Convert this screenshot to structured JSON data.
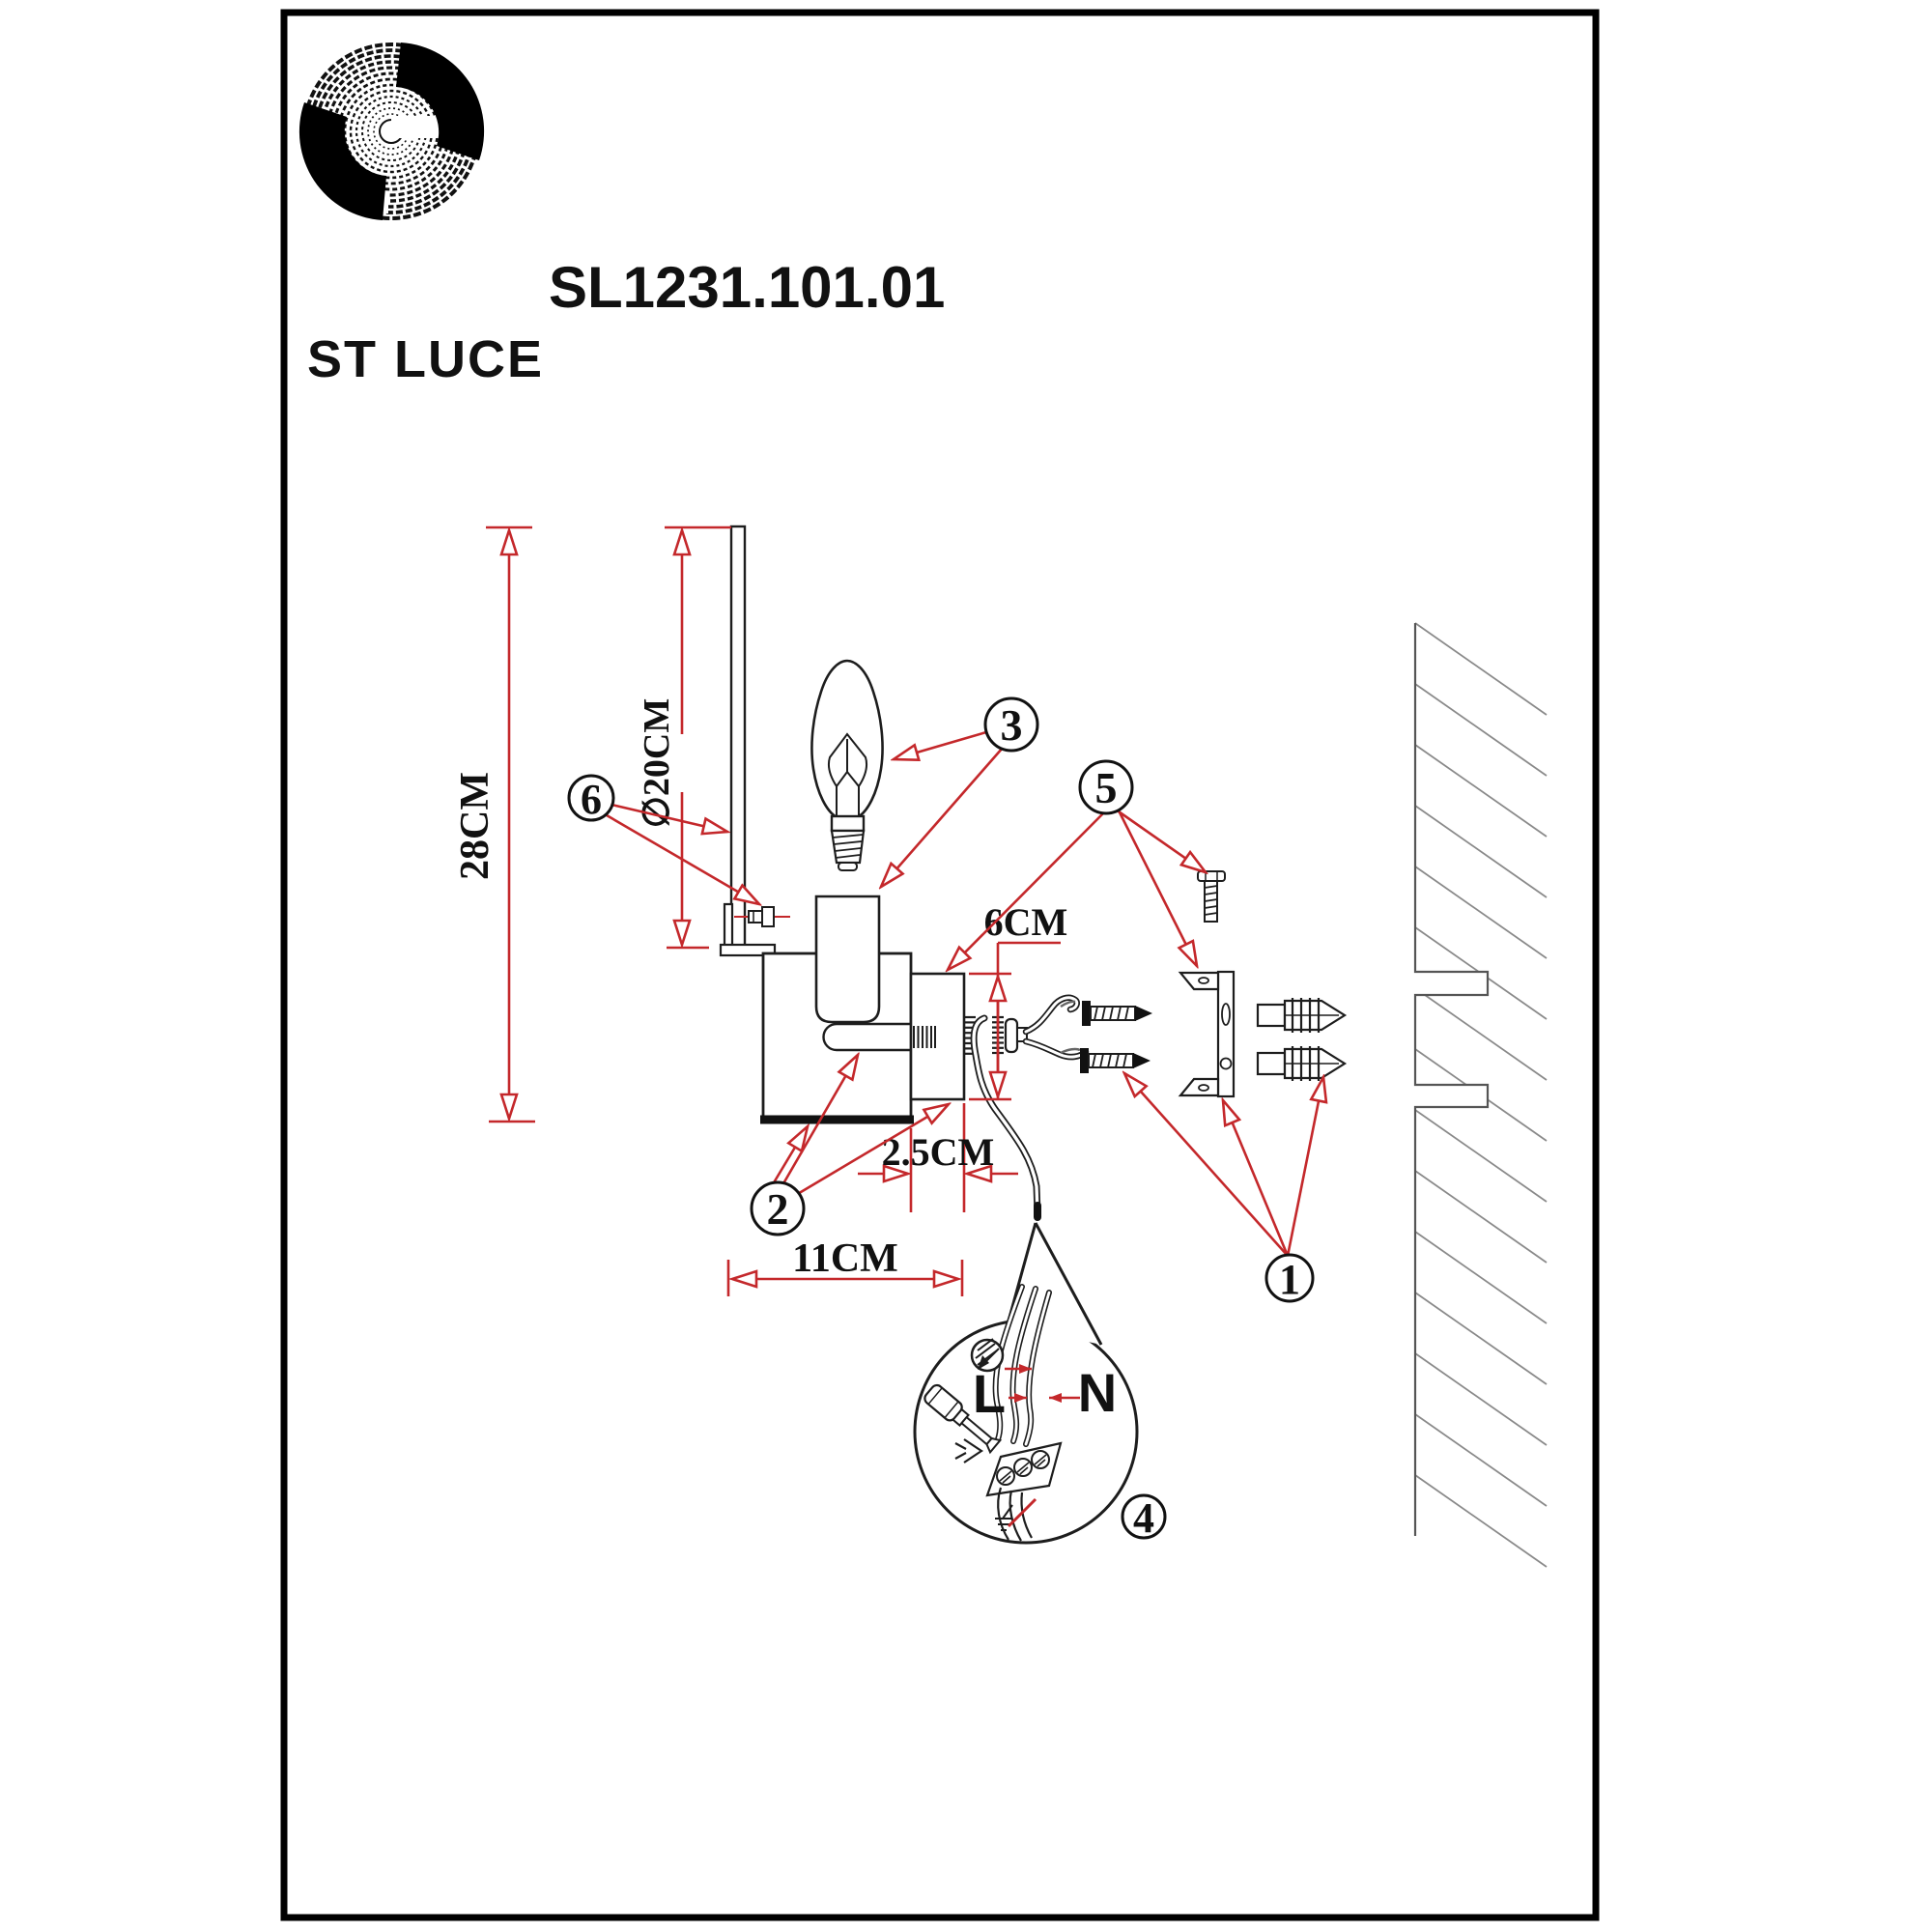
{
  "header": {
    "brand_name": "ST LUCE",
    "model_number": "SL1231.101.01",
    "logo_icon": "st-luce-spiral-logo"
  },
  "diagram": {
    "dimensions": {
      "total_height": "28CM",
      "ring_diameter": "∅20CM",
      "backplate_height": "6CM",
      "backplate_depth": "2.5CM",
      "total_depth": "11CM"
    },
    "callouts": {
      "c1": "1",
      "c2": "2",
      "c3": "3",
      "c4": "4",
      "c5": "5",
      "c6": "6"
    },
    "wiring_detail": {
      "live_label": "L",
      "neutral_label": "N",
      "icons": [
        "ground-terminal-icon",
        "screwdriver-icon",
        "earth-symbol-icon"
      ]
    },
    "colors": {
      "dimension_red": "#c4282b",
      "line_black": "#1d1d1d",
      "wall_gray": "#777777"
    }
  }
}
